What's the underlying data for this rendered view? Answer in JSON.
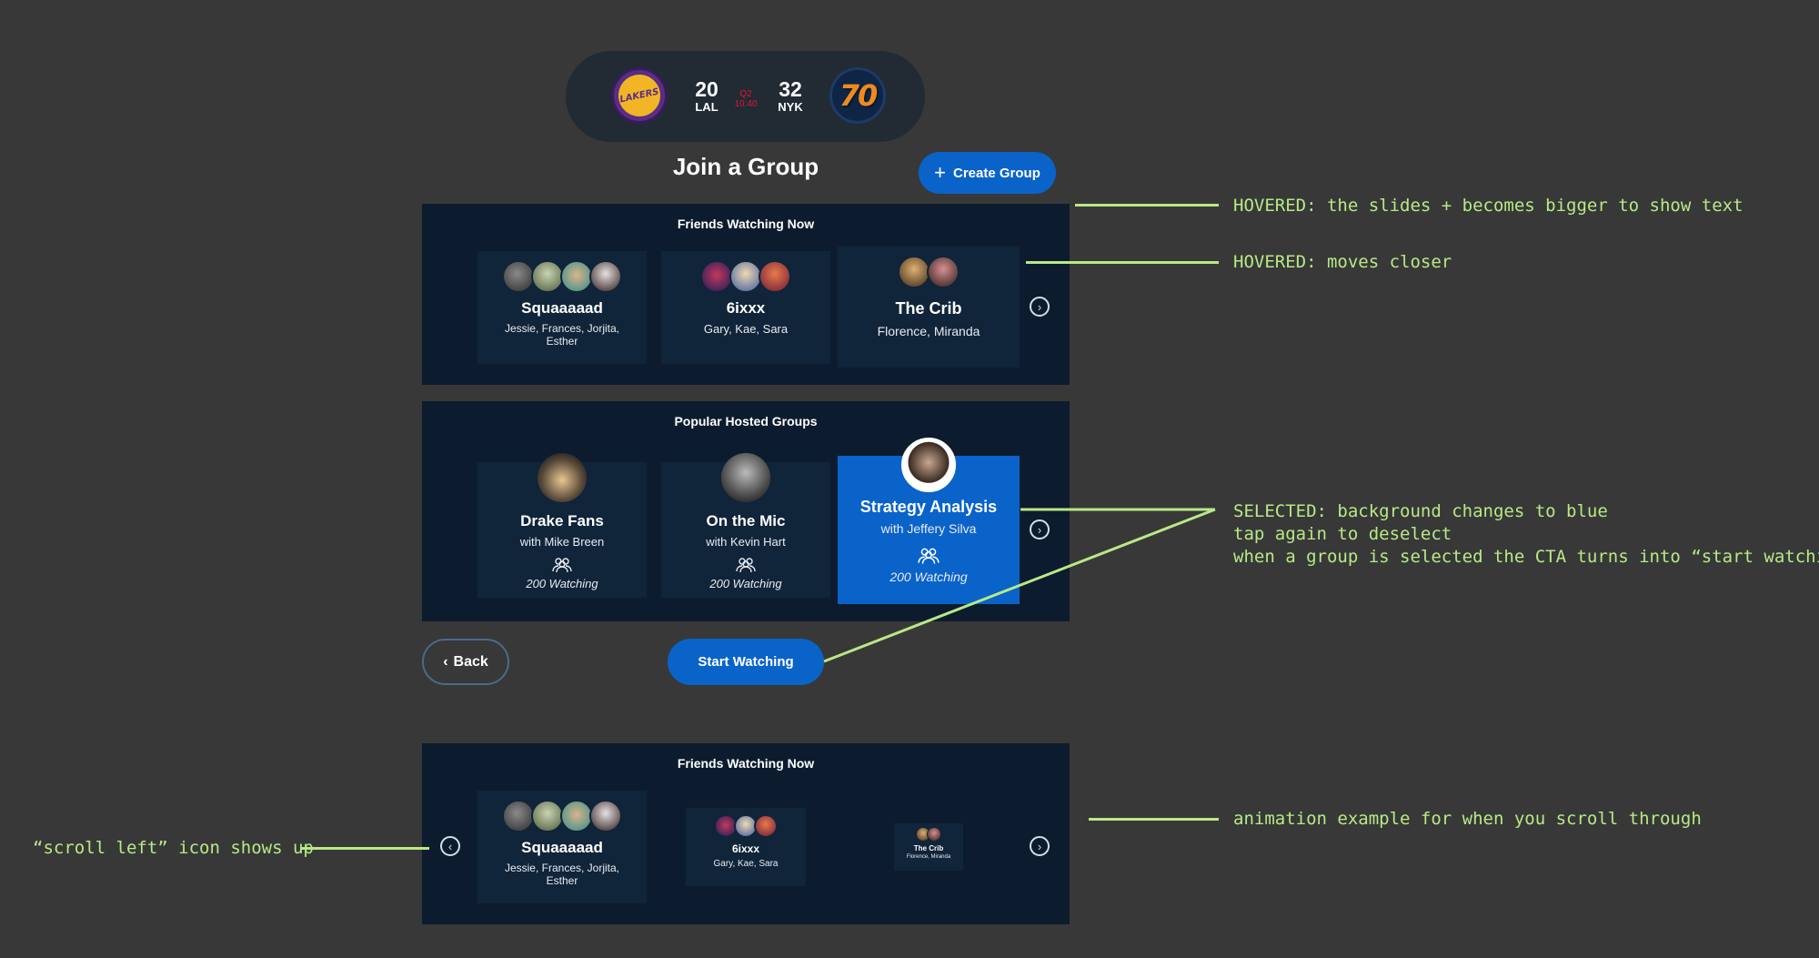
{
  "scoreboard": {
    "home": {
      "score": "20",
      "abbr": "LAL",
      "logo_text": "LAKERS"
    },
    "away": {
      "score": "32",
      "abbr": "NYK",
      "logo_text": "70"
    },
    "quarter": "Q2",
    "time": "10:40"
  },
  "header": {
    "title": "Join a Group",
    "create_button": "Create Group"
  },
  "friends_panel": {
    "title": "Friends Watching Now",
    "groups": [
      {
        "name": "Squaaaaad",
        "members": "Jessie, Frances, Jorjita, Esther"
      },
      {
        "name": "6ixxx",
        "members": "Gary, Kae, Sara"
      },
      {
        "name": "The Crib",
        "members": "Florence, Miranda"
      }
    ]
  },
  "hosted_panel": {
    "title": "Popular Hosted Groups",
    "groups": [
      {
        "name": "Drake Fans",
        "host": "with Mike Breen",
        "watching": "200 Watching"
      },
      {
        "name": "On the Mic",
        "host": "with Kevin Hart",
        "watching": "200 Watching"
      },
      {
        "name": "Strategy Analysis",
        "host": "with Jeffery Silva",
        "watching": "200 Watching",
        "selected": true
      }
    ]
  },
  "actions": {
    "back": "Back",
    "start": "Start Watching"
  },
  "scroll_panel": {
    "title": "Friends Watching Now",
    "groups": [
      {
        "name": "Squaaaaad",
        "members": "Jessie, Frances, Jorjita, Esther"
      },
      {
        "name": "6ixxx",
        "members": "Gary, Kae, Sara"
      },
      {
        "name": "The Crib",
        "members": "Florence, Miranda"
      }
    ]
  },
  "annotations": {
    "hover_slides": "HOVERED: the slides + becomes bigger to show text",
    "hover_closer": "HOVERED: moves closer",
    "selected_1": "SELECTED: background changes to blue",
    "selected_2": "tap again to deselect",
    "selected_3": "when a group is selected the CTA turns into “start watching”",
    "animation": "animation example for when you scroll through",
    "scroll_left": "“scroll left” icon shows up"
  },
  "colors": {
    "background": "#383838",
    "panel": "#0c1c2e",
    "card": "#10243a",
    "accent_blue": "#0a63c9",
    "annotation_green": "#b8e986",
    "clock_red": "#e0153a"
  }
}
